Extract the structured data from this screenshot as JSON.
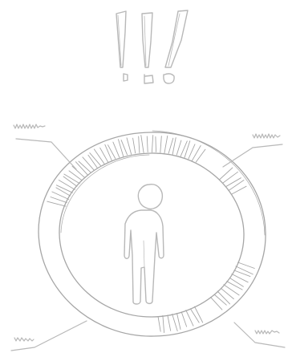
{
  "illustration": {
    "ink_color": "#b8b8b8",
    "ink_dark": "#a6a6a6",
    "background": "#ffffff",
    "icons": [
      "exclamation-marks-icon",
      "person-figure-icon",
      "segmented-ring-icon"
    ],
    "callouts": [
      "top-left",
      "top-right",
      "bottom-left",
      "bottom-right"
    ]
  }
}
